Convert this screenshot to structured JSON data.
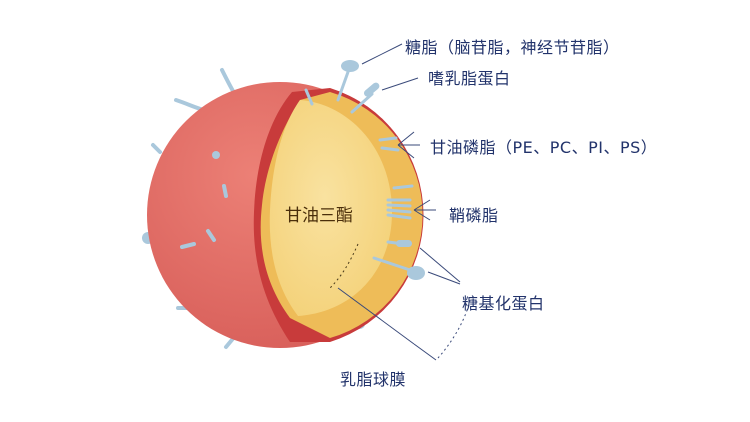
{
  "colors": {
    "outer_sphere": "#e16b63",
    "outer_sphere_dark": "#c94f4c",
    "cut_rim": "#c83b3b",
    "core_outer": "#eebc58",
    "core_inner": "#f6dc8a",
    "protrusion": "#aac8dc",
    "label_text": "#22336b",
    "leader_line": "#3a4a7a"
  },
  "core": {
    "label": "甘油三酯"
  },
  "labels": {
    "glycolipid": "糖脂（脑苷脂，神经节苷脂）",
    "butyrophilin": "嗜乳脂蛋白",
    "phospholipid": "甘油磷脂（PE、PC、PI、PS）",
    "sphingomyelin": "鞘磷脂",
    "glycoprotein": "糖基化蛋白",
    "membrane": "乳脂球膜"
  }
}
